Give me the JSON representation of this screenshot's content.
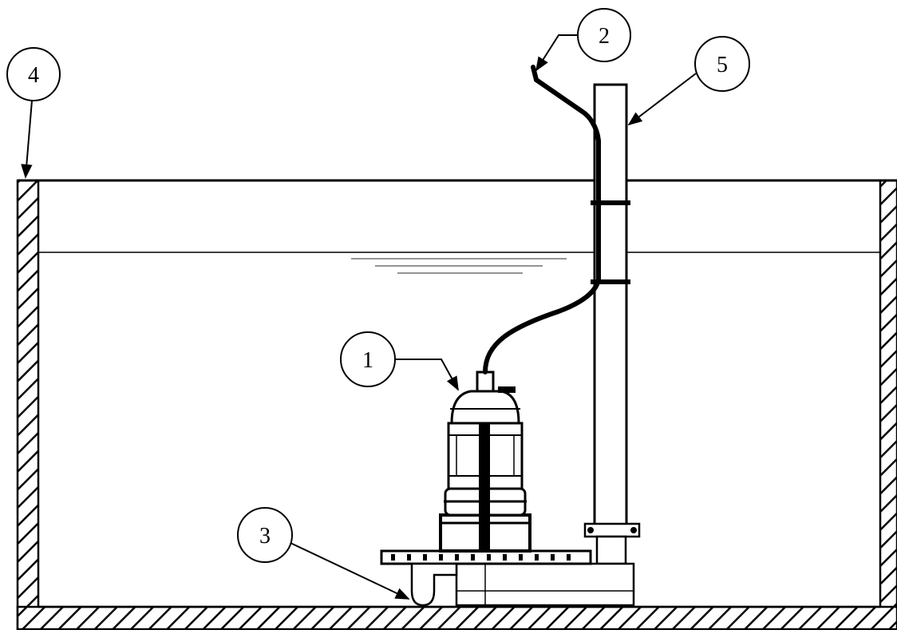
{
  "callouts": [
    {
      "id": "1",
      "label": "1",
      "target": "submersible-pump"
    },
    {
      "id": "2",
      "label": "2",
      "target": "power-cable"
    },
    {
      "id": "3",
      "label": "3",
      "target": "discharge-base"
    },
    {
      "id": "4",
      "label": "4",
      "target": "tank-wall"
    },
    {
      "id": "5",
      "label": "5",
      "target": "discharge-pipe"
    }
  ],
  "colors": {
    "line": "#000000",
    "background": "#ffffff",
    "water_lines": "#555555"
  }
}
